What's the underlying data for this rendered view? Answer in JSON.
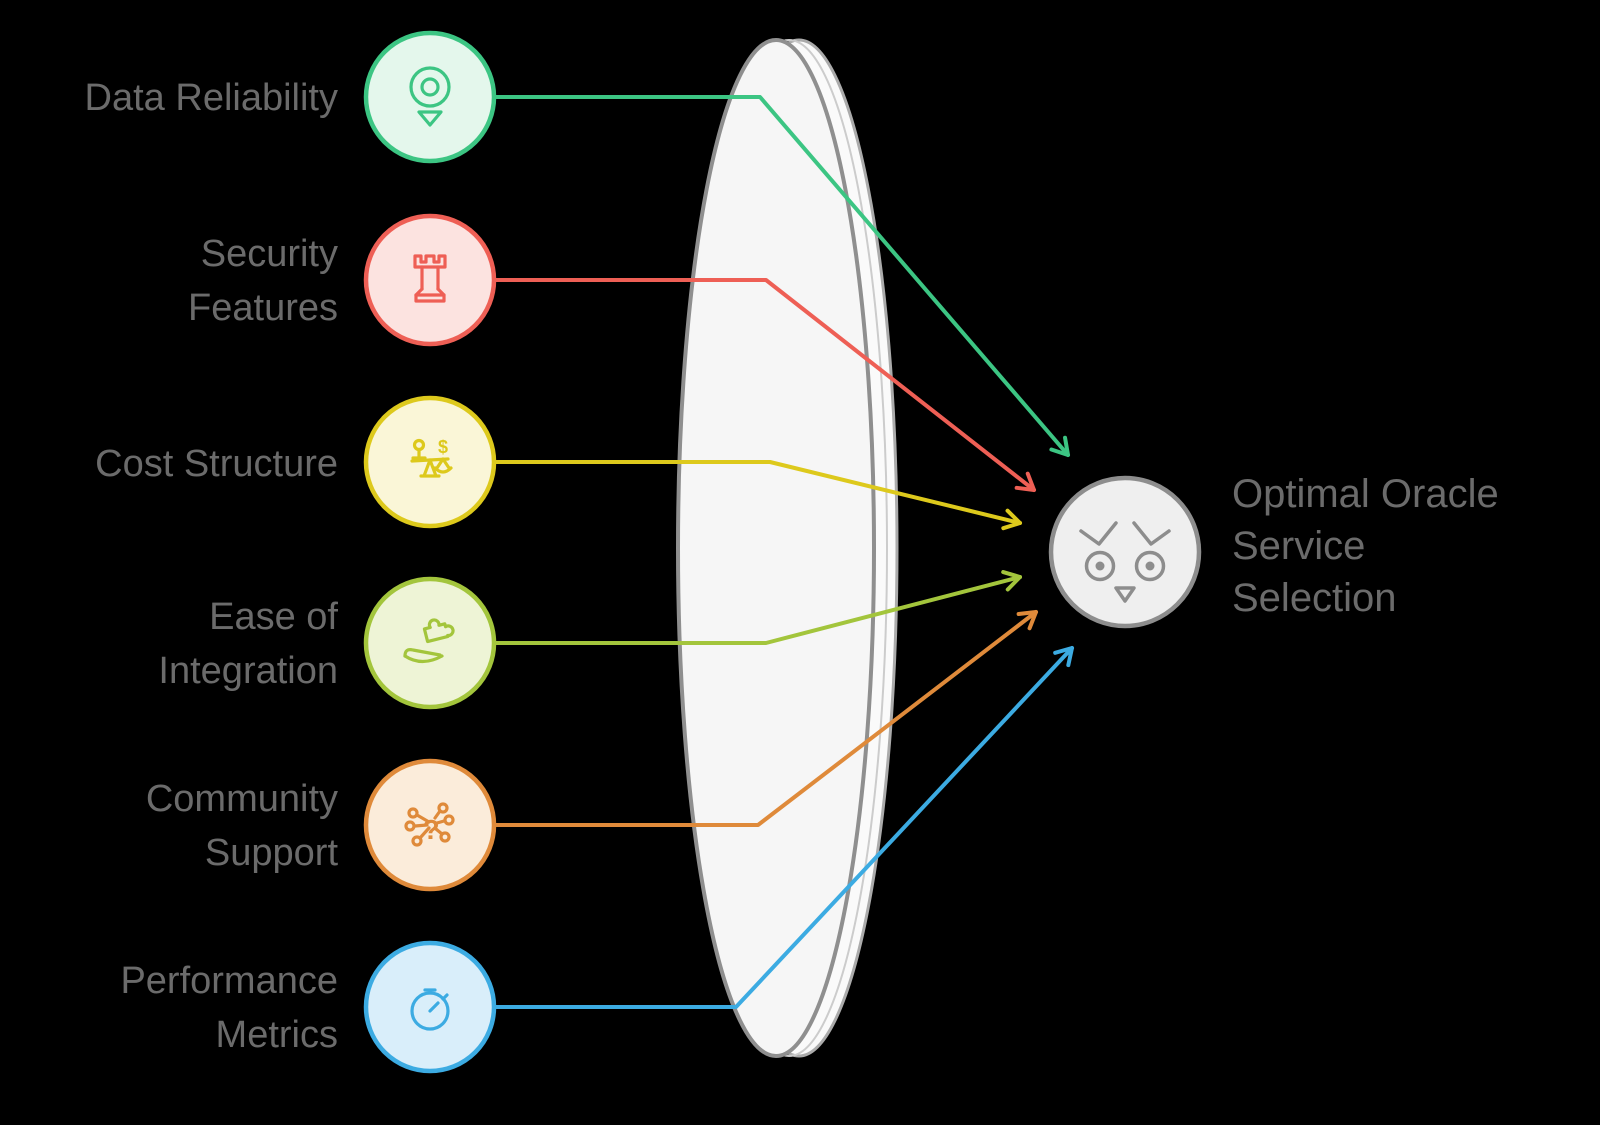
{
  "theme": {
    "background": "#000000",
    "text_color": "#6b6b6b"
  },
  "lens": {
    "front_fill": "#f6f6f6",
    "front_stroke": "#8f8f8f",
    "back_fill": "#fafafa",
    "back_stroke": "#ababab",
    "mid_stroke": "#cccccc"
  },
  "factors": [
    {
      "label_lines": [
        "Data Reliability"
      ],
      "icon": "location-target-icon",
      "color": "#3cc583",
      "fill": "#e4f7ec"
    },
    {
      "label_lines": [
        "Security",
        "Features"
      ],
      "icon": "castle-tower-icon",
      "color": "#ee5f55",
      "fill": "#fce3e0"
    },
    {
      "label_lines": [
        "Cost Structure"
      ],
      "icon": "balance-scale-icon",
      "color": "#ddc91c",
      "fill": "#faf6d7",
      "glyph": "$"
    },
    {
      "label_lines": [
        "Ease of",
        "Integration"
      ],
      "icon": "hand-puzzle-icon",
      "color": "#a3c53c",
      "fill": "#eef4d6"
    },
    {
      "label_lines": [
        "Community",
        "Support"
      ],
      "icon": "network-question-icon",
      "color": "#df8a3a",
      "fill": "#fbecda",
      "glyph": "?"
    },
    {
      "label_lines": [
        "Performance",
        "Metrics"
      ],
      "icon": "stopwatch-icon",
      "color": "#3cabe2",
      "fill": "#d9eefa"
    }
  ],
  "result": {
    "label_lines": [
      "Optimal Oracle",
      "Service",
      "Selection"
    ],
    "icon": "owl-icon",
    "circle_fill": "#efefef",
    "circle_stroke": "#8d8d8d"
  }
}
